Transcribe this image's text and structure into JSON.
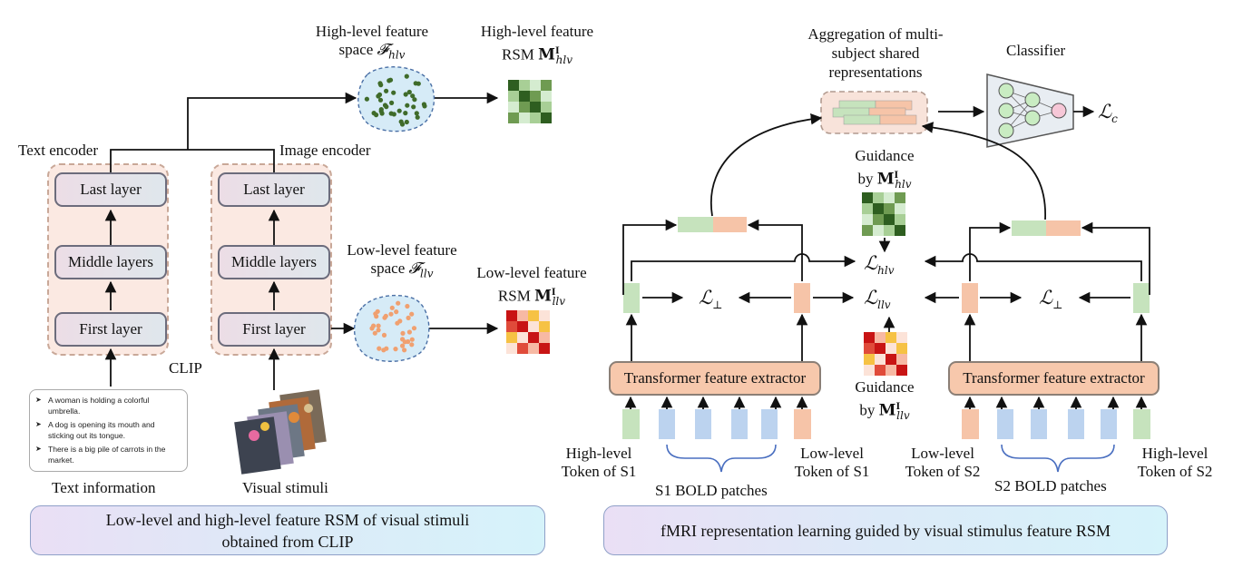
{
  "left": {
    "text_encoder_label": "Text encoder",
    "image_encoder_label": "Image encoder",
    "layers": {
      "last": "Last layer",
      "middle": "Middle layers",
      "first": "First layer"
    },
    "clip_label": "CLIP",
    "text_information_label": "Text information",
    "visual_stimuli_label": "Visual stimuli",
    "sentences": [
      "A woman is holding a colorful umbrella.",
      "A dog is opening its mouth and sticking out its tongue.",
      "There is a big pile of carrots in the market."
    ],
    "high_space_line1": "High-level feature",
    "high_space_line2": "space",
    "high_space_symbol": "𝓕",
    "high_space_sub": "hlv",
    "high_rsm_line1": "High-level feature",
    "high_rsm_prefix": "RSM",
    "rsm_symbol": "M",
    "rsm_sup": "I",
    "high_rsm_sub": "hlv",
    "low_space_line1": "Low-level feature",
    "low_space_line2": "space",
    "low_space_symbol": "𝓕",
    "low_space_sub": "llv",
    "low_rsm_line1": "Low-level feature",
    "low_rsm_prefix": "RSM",
    "low_rsm_sub": "llv",
    "banner_line1": "Low-level and high-level feature RSM of visual stimuli",
    "banner_line2": "obtained from CLIP"
  },
  "right": {
    "aggregation_line1": "Aggregation of multi-",
    "aggregation_line2": "subject shared",
    "aggregation_line3": "representations",
    "classifier_label": "Classifier",
    "loss_c_symbol": "ℒ",
    "loss_c_sub": "c",
    "guidance_top_line1": "Guidance",
    "guidance_top_prefix": "by",
    "guidance_top_sub": "hlv",
    "guidance_bottom_line1": "Guidance",
    "guidance_bottom_prefix": "by",
    "guidance_bottom_sub": "llv",
    "loss_symbol": "ℒ",
    "loss_hlv_sub": "hlv",
    "loss_llv_sub": "llv",
    "loss_perp_sub": "⊥",
    "transformer_label": "Transformer feature extractor",
    "s1_high_token_line1": "High-level",
    "s1_high_token_line2": "Token of S1",
    "s1_low_token_line1": "Low-level",
    "s1_low_token_line2": "Token of S1",
    "s1_patches_label": "S1 BOLD patches",
    "s2_low_token_line1": "Low-level",
    "s2_low_token_line2": "Token of S2",
    "s2_patches_label": "S2 BOLD patches",
    "s2_high_token_line1": "High-level",
    "s2_high_token_line2": "Token of S2",
    "banner_text": "fMRI representation learning guided by visual stimulus feature RSM"
  },
  "colors": {
    "high_level_green": "#c6e3bd",
    "low_level_orange": "#f6c4a8",
    "patch_blue": "#bcd3ef",
    "rsm_green_dark": "#2e5e20",
    "rsm_red_dark": "#c81414"
  }
}
